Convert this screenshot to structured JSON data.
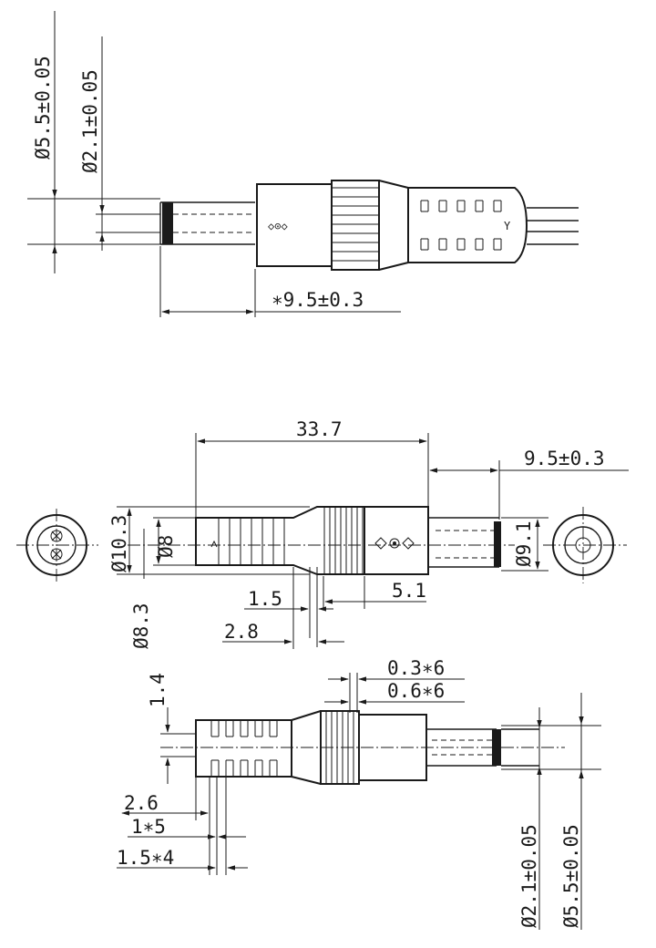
{
  "view_top": {
    "dim_outer_dia": "Ø5.5±0.05",
    "dim_pin_dia": "Ø2.1±0.05",
    "dim_pin_length": "∗9.5±0.3",
    "polarity_symbol": "◇⊙◇",
    "cable_mark": "Y"
  },
  "view_middle": {
    "dim_total_length": "33.7",
    "dim_pin_length": "9.5±0.3",
    "dim_body_dia": "Ø10.3",
    "dim_inner_dia": "Ø8",
    "dim_grip_dia": "Ø8.3",
    "dim_nose_dia": "Ø9.1",
    "dim_step": "5.1",
    "dim_groove_a": "1.5",
    "dim_groove_b": "2.8",
    "polarity_symbol": "◇⊙◇"
  },
  "view_bottom": {
    "dim_height": "1.4",
    "dim_ring_a": "0.3∗6",
    "dim_ring_b": "0.6∗6",
    "dim_fin_start": "2.6",
    "dim_fin_width": "1∗5",
    "dim_fin_pitch": "1.5∗4",
    "dim_pin_dia": "Ø2.1±0.05",
    "dim_outer_dia": "Ø5.5±0.05"
  }
}
